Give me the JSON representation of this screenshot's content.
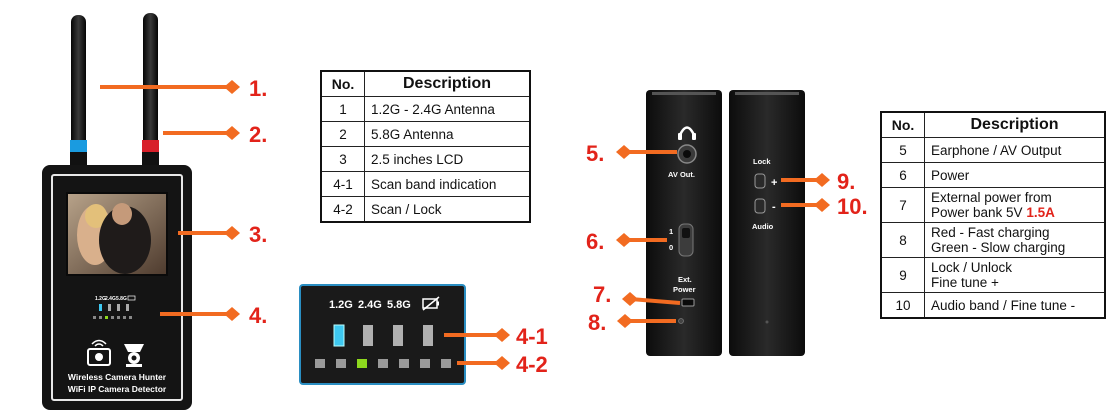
{
  "callouts": {
    "c1": "1.",
    "c2": "2.",
    "c3": "3.",
    "c4": "4.",
    "c41": "4-1",
    "c42": "4-2",
    "c5": "5.",
    "c6": "6.",
    "c7": "7.",
    "c8": "8.",
    "c9": "9.",
    "c10": "10."
  },
  "device": {
    "name_line1": "Wireless Camera Hunter",
    "name_line2": "WiFi IP Camera Detector",
    "band_labels": [
      "1.2G",
      "2.4G",
      "5.8G"
    ]
  },
  "band_panel": {
    "labels": [
      "1.2G",
      "2.4G",
      "5.8G"
    ]
  },
  "side_panel": {
    "av_out": "AV Out.",
    "switch_on": "1",
    "switch_off": "0",
    "ext_power_line1": "Ext.",
    "ext_power_line2": "Power",
    "lock": "Lock",
    "plus": "+",
    "minus": "-",
    "audio": "Audio"
  },
  "table_front": {
    "headers": [
      "No.",
      "Description"
    ],
    "rows": [
      {
        "no": "1",
        "desc": "1.2G - 2.4G Antenna"
      },
      {
        "no": "2",
        "desc": "5.8G Antenna"
      },
      {
        "no": "3",
        "desc": "2.5 inches LCD"
      },
      {
        "no": "4-1",
        "desc": "Scan band indication"
      },
      {
        "no": "4-2",
        "desc": "Scan / Lock"
      }
    ]
  },
  "table_side": {
    "headers": [
      "No.",
      "Description"
    ],
    "rows": [
      {
        "no": "5",
        "desc": "Earphone / AV Output"
      },
      {
        "no": "6",
        "desc": "Power"
      },
      {
        "no": "7",
        "desc_line1": "External power from",
        "desc_line2": "Power bank 5V ",
        "desc_highlight": "1.5A"
      },
      {
        "no": "8",
        "desc_line1": "Red - Fast charging",
        "desc_line2": "Green - Slow charging"
      },
      {
        "no": "9",
        "desc_line1": "Lock / Unlock",
        "desc_line2": "Fine tune +"
      },
      {
        "no": "10",
        "desc": "Audio band / Fine tune -"
      }
    ]
  },
  "colors": {
    "callout": "#e2231a",
    "arrow": "#f26b21",
    "device_body": "#141414",
    "led_active": "#3ec8f0",
    "led_green": "#8ed81e",
    "antenna_blue": "#1a9be0",
    "antenna_red": "#d8202a"
  }
}
